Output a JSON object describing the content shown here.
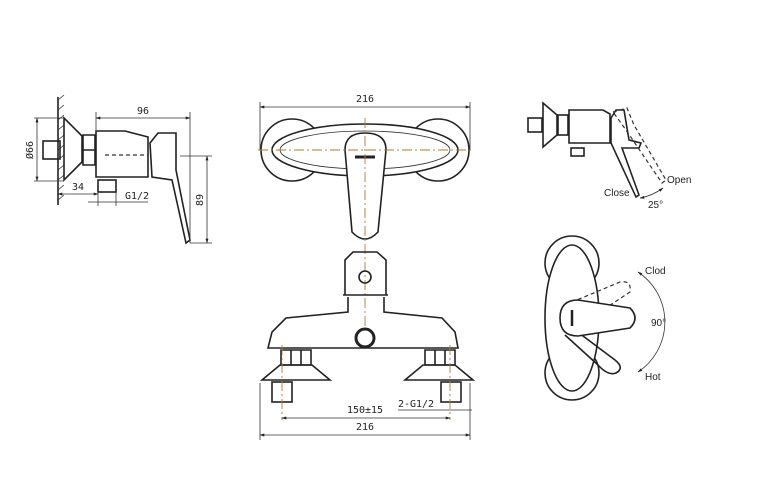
{
  "side_view": {
    "width_dim": "96",
    "diameter_dim": "Ø66",
    "offset_dim": "34",
    "thread_dim": "G1/2",
    "height_dim": "89"
  },
  "top_view": {
    "width_dim": "216"
  },
  "front_view": {
    "center_dim": "150±15",
    "thread_dim": "2-G1/2",
    "width_dim": "216"
  },
  "lever_tilt": {
    "close_label": "Close",
    "open_label": "Open",
    "angle_label": "25°"
  },
  "lever_rotation": {
    "cold_label": "Clod",
    "angle_label": "90°",
    "hot_label": "Hot"
  }
}
